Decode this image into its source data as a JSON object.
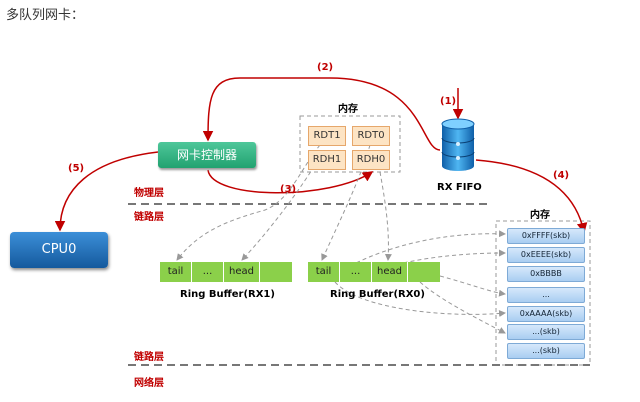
{
  "heading": "多队列网卡：",
  "memory_top": {
    "title": "内存",
    "registers": [
      "RDT1",
      "RDT0",
      "RDH1",
      "RDH0"
    ]
  },
  "nic_controller": "网卡控制器",
  "cpu": "CPU0",
  "rx_fifo": "RX FIFO",
  "layers": {
    "physical": "物理层",
    "link_top": "链路层",
    "link_bottom": "链路层",
    "network": "网络层"
  },
  "steps": [
    "(1)",
    "(2)",
    "(3)",
    "(4)",
    "(5)"
  ],
  "ring_rx1": {
    "label": "Ring Buffer(RX1)",
    "cells": [
      "tail",
      "...",
      "head",
      ""
    ]
  },
  "ring_rx0": {
    "label": "Ring Buffer(RX0)",
    "cells": [
      "tail",
      "...",
      "head",
      ""
    ]
  },
  "memory_right": {
    "title": "内存",
    "rows": [
      "0xFFFF(skb)",
      "0xEEEE(skb)",
      "0xBBBB",
      "...",
      "0xAAAA(skb)",
      "...(skb)",
      "...(skb)"
    ]
  },
  "colors": {
    "nic": "#22a270",
    "cpu": "#14599d",
    "ring": "#8bd04a",
    "arrow": "#c00000",
    "register": "#fde4c4"
  }
}
